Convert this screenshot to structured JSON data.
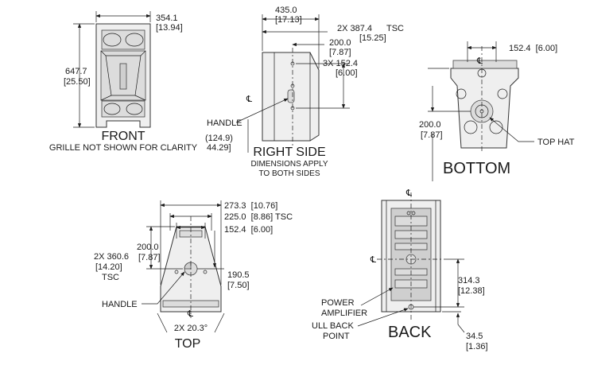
{
  "front": {
    "title": "FRONT",
    "caption": "GRILLE NOT SHOWN FOR CLARITY",
    "width_mm": "354.1",
    "width_in": "[13.94]",
    "height_mm": "647.7",
    "height_in": "[25.50]"
  },
  "right_side": {
    "title": "RIGHT SIDE",
    "caption_line1": "DIMENSIONS APPLY",
    "caption_line2": "TO BOTH SIDES",
    "depth_mm": "435.0",
    "depth_in": "[17.13]",
    "tsc_mm": "2X 387.4",
    "tsc_label": "TSC",
    "tsc_in": "[15.25]",
    "d200_mm": "200.0",
    "d200_in": "[7.87]",
    "d152_mm": "3X 152.4",
    "d152_in": "[6.00]",
    "handle_label": "HANDLE",
    "partial_mm": "(124.9)",
    "partial_in": "44.29]",
    "center_symbol": "℄"
  },
  "bottom": {
    "title": "BOTTOM",
    "d152": "152.4  [6.00]",
    "d200_mm": "200.0",
    "d200_in": "[7.87]",
    "top_hat_label": "TOP HAT",
    "center_symbol": "℄"
  },
  "top": {
    "title": "TOP",
    "d273": "273.3  [10.76]",
    "d225": "225.0  [8.86] TSC",
    "d152": "152.4  [6.00]",
    "d200_mm": "200.0",
    "d200_in": "[7.87]",
    "d360_mm": "2X 360.6",
    "d360_in": "[14.20]",
    "d360_tsc": "TSC",
    "d190_mm": "190.5",
    "d190_in": "[7.50]",
    "handle_label": "HANDLE",
    "angle": "2X 20.3°",
    "center_symbol": "℄"
  },
  "back": {
    "title": "BACK",
    "power_line1": "POWER",
    "power_line2": "AMPLIFIER",
    "pull_line1": "ULL BACK",
    "pull_line2": "POINT",
    "d314_mm": "314.3",
    "d314_in": "[12.38]",
    "d34_mm": "34.5",
    "d34_in": "[1.36]",
    "center_symbol": "℄"
  }
}
